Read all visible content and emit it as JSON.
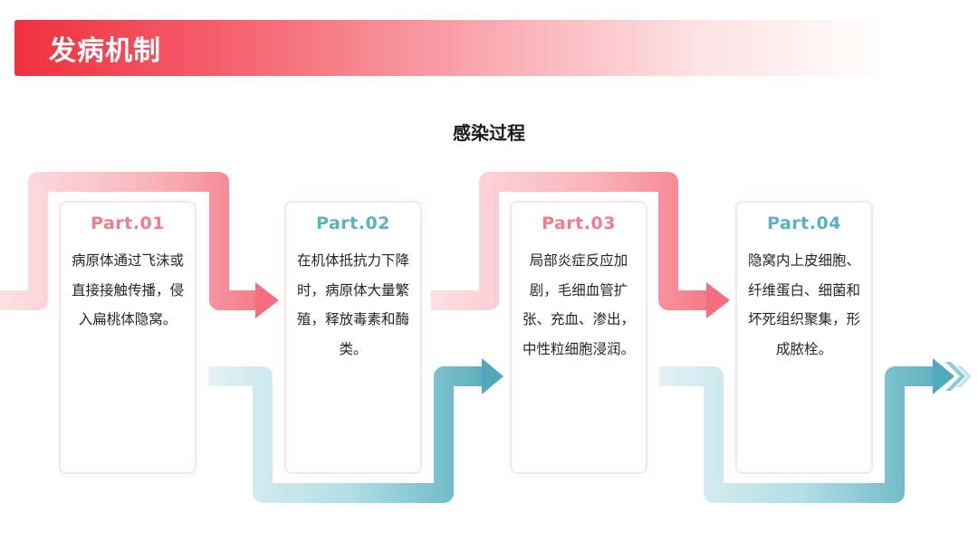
{
  "header": {
    "title": "发病机制"
  },
  "section": {
    "title": "感染过程"
  },
  "colors": {
    "accent_red": "#f0303e",
    "pink_arrow": "#f47b87",
    "teal_arrow": "#58b2c2",
    "part_pink": "#f47b87",
    "part_teal": "#58b2c2"
  },
  "steps": [
    {
      "part": "Part.01",
      "text": "病原体通过飞沫或直接接触传播，侵入扁桃体隐窝。"
    },
    {
      "part": "Part.02",
      "text": "在机体抵抗力下降时，病原体大量繁殖，释放毒素和酶类。"
    },
    {
      "part": "Part.03",
      "text": "局部炎症反应加剧，毛细血管扩张、充血、渗出，中性粒细胞浸润。"
    },
    {
      "part": "Part.04",
      "text": "隐窝内上皮细胞、纤维蛋白、细菌和坏死组织聚集，形成脓栓。"
    }
  ]
}
